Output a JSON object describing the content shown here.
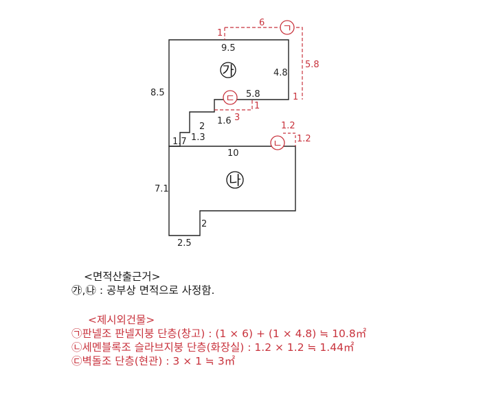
{
  "plan": {
    "main_building_a": {
      "label": "가",
      "dimensions": [
        "9.5",
        "4.8",
        "5.8",
        "8.5",
        "2",
        "1.6",
        "1.7",
        "1.3"
      ]
    },
    "main_building_b": {
      "label": "나",
      "dimensions": [
        "10",
        "7.1",
        "2",
        "2.5"
      ]
    },
    "extra_1": {
      "label": "ㄱ",
      "dimensions": [
        "6",
        "5.8",
        "1",
        "1"
      ]
    },
    "extra_2": {
      "label": "ㄴ",
      "dimensions": [
        "1.2",
        "1.2"
      ]
    },
    "extra_3": {
      "label": "ㄷ",
      "dimensions": [
        "3",
        "1"
      ]
    },
    "colors": {
      "building": "#222222",
      "extra": "#c8323c"
    }
  },
  "notes": {
    "area_basis_title": "<면적산출근거>",
    "area_basis_line": "㉮,㉯ :  공부상 면적으로 사정함.",
    "extra_title": "<제시외건물>",
    "extra_items": [
      "㉠판넬조 판넬지붕 단층(창고) : (1 × 6) + (1 × 4.8) ≒ 10.8㎡",
      "㉡세멘블록조 슬라브지붕 단층(화장실) : 1.2 × 1.2 ≒ 1.44㎡",
      "㉢벽돌조 단층(현관) : 3 × 1 ≒ 3㎡"
    ]
  }
}
